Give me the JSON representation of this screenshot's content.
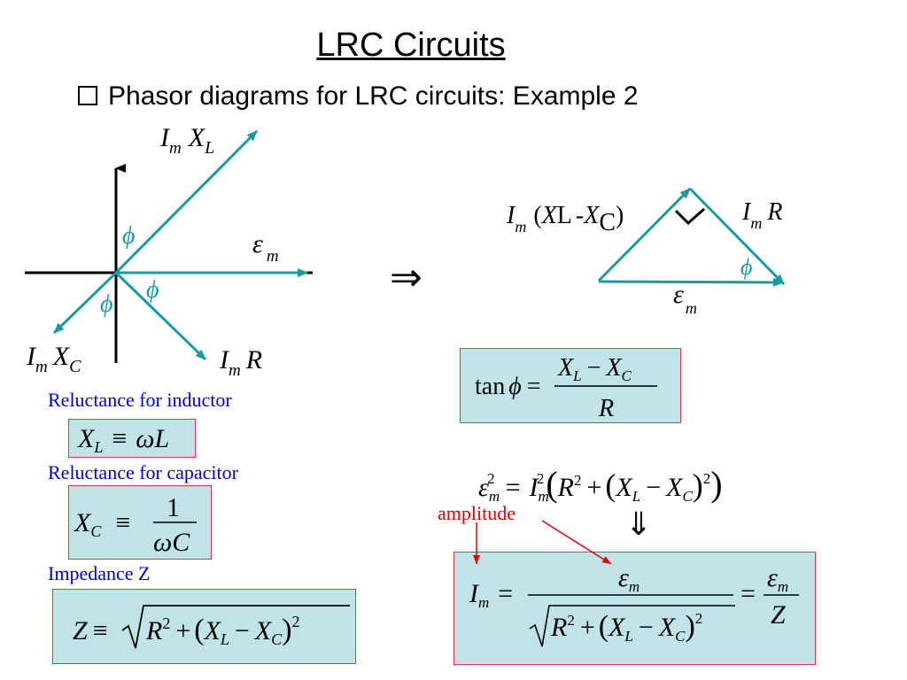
{
  "title": "LRC Circuits",
  "subtitle": "Phasor diagrams for LRC circuits: Example 2",
  "labels": {
    "inductor": "Reluctance for inductor",
    "capacitor": "Reluctance for capacitor",
    "impedance": "Impedance Z",
    "amplitude": "amplitude"
  },
  "symbols": {
    "I": "I",
    "m": "m",
    "X": "X",
    "L": "L",
    "C": "C",
    "R": "R",
    "Z": "Z",
    "phi": "ϕ",
    "epsilon": "ε",
    "one": "1",
    "tan": "tan",
    "implies": "⇒",
    "down_arrow": "⇓",
    "equiv": "≡",
    "omega": "ω",
    "minus": "−",
    "plus": "+",
    "eq": "=",
    "two": "2",
    "open_paren": "(",
    "close_paren": ")",
    "hyphen": "-"
  },
  "colors": {
    "phasor": "#1a9b9b",
    "box_fill": "#bfe3e6",
    "box_border": "#e23a3a",
    "blue_text": "#0000cc",
    "red_text": "#e00000"
  }
}
